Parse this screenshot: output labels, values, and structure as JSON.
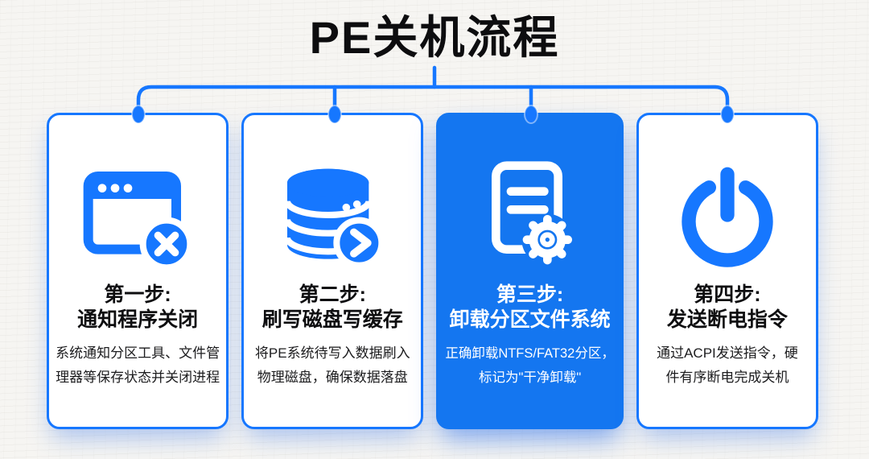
{
  "title": "PE关机流程",
  "colors": {
    "accent": "#1677ff",
    "highlight_card_bg": "#1476f0",
    "title_text": "#0d0d0f",
    "body_text": "#1c1c1e",
    "card_bg": "#ffffff",
    "page_bg": "#f6f5f2"
  },
  "steps": [
    {
      "icon": "window-close-icon",
      "step_label": "第一步:",
      "step_name": "通知程序关闭",
      "desc_lines": [
        "系统通知分区工具、文件管",
        "理器等保存状态并关闭进程"
      ],
      "highlighted": false
    },
    {
      "icon": "database-flush-icon",
      "step_label": "第二步:",
      "step_name": "刷写磁盘写缓存",
      "desc_lines": [
        "将PE系统待写入数据刷入",
        "物理磁盘，确保数据落盘"
      ],
      "highlighted": false
    },
    {
      "icon": "document-gear-icon",
      "step_label": "第三步:",
      "step_name": "卸载分区文件系统",
      "desc_lines": [
        "正确卸载NTFS/FAT32分区，",
        "标记为\"干净卸载\""
      ],
      "highlighted": true
    },
    {
      "icon": "power-icon",
      "step_label": "第四步:",
      "step_name": "发送断电指令",
      "desc_lines": [
        "通过ACPI发送指令，硬",
        "件有序断电完成关机"
      ],
      "highlighted": false
    }
  ]
}
